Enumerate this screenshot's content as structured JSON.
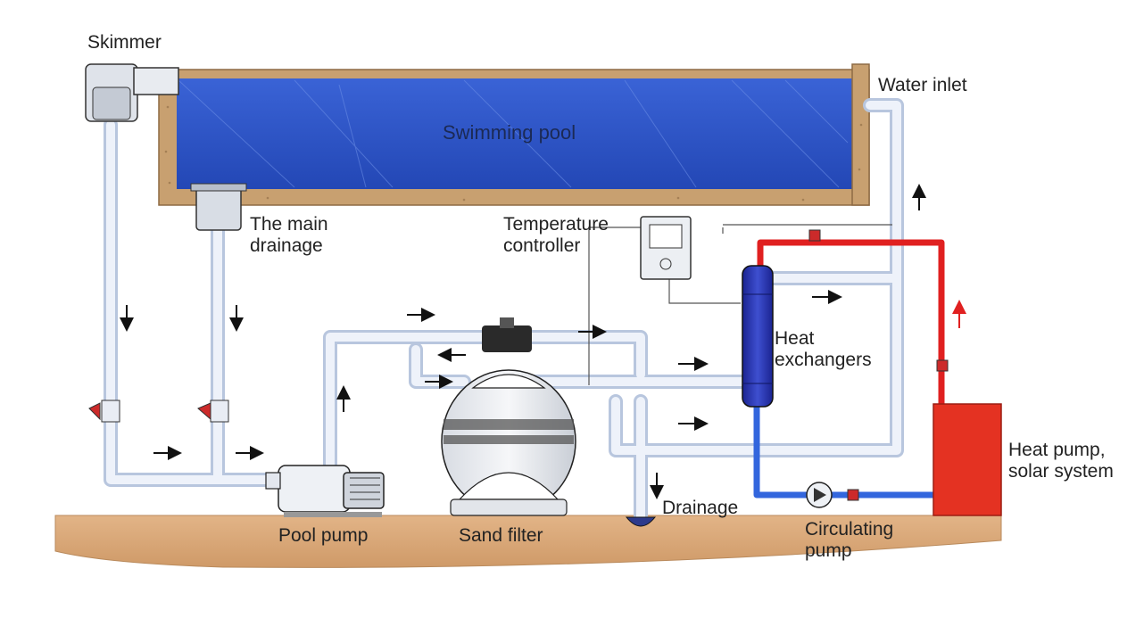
{
  "labels": {
    "skimmer": "Skimmer",
    "water_inlet": "Water inlet",
    "swimming_pool": "Swimming pool",
    "main_drainage": [
      "The main",
      "drainage"
    ],
    "temperature_controller": [
      "Temperature",
      "controller"
    ],
    "heat_exchangers": [
      "Heat",
      "exchangers"
    ],
    "heat_pump_solar": [
      "Heat pump,",
      "solar system"
    ],
    "pool_pump": "Pool pump",
    "sand_filter": "Sand filter",
    "drainage": "Drainage",
    "circulating_pump": [
      "Circulating",
      "pump"
    ]
  },
  "colors": {
    "pool_water": "#2f56c8",
    "pool_wall": "#c59a6a",
    "pipe_cold": "#e6ecf6",
    "pipe_hot": "#e02020",
    "pipe_return": "#3366dd",
    "heat_pump_box": "#e43222",
    "exchanger": "#2530a8",
    "floor": "#d9a877",
    "valve": "#cc2a2a"
  }
}
